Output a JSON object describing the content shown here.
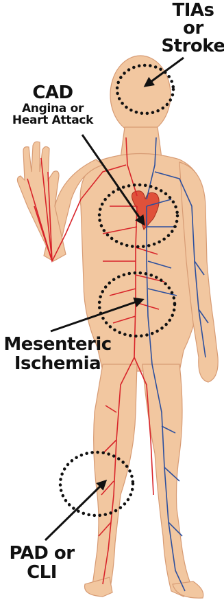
{
  "labels": {
    "tia": {
      "line1": "TIAs",
      "line2": "or",
      "line3": "Stroke"
    },
    "cad": {
      "title": "CAD",
      "line1": "Angina or",
      "line2": "Heart Attack"
    },
    "mesenteric": {
      "line1": "Mesenteric",
      "line2": "Ischemia"
    },
    "pad": {
      "line1": "PAD or",
      "line2": "CLI"
    }
  },
  "colors": {
    "skin": "#f2c7a0",
    "skin_shadow": "#e2a97f",
    "artery": "#d8242a",
    "vein": "#2c4f9e",
    "heart": "#e0513a",
    "marker_ring": "#111111",
    "label_text": "#111111"
  }
}
